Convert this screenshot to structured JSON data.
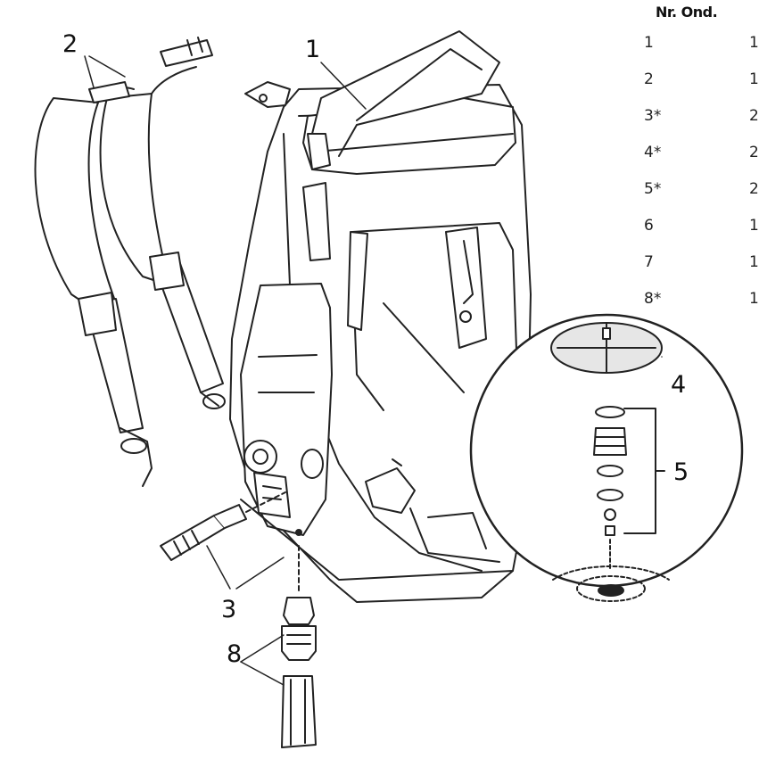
{
  "parts_table": {
    "header": "Nr. Ond.",
    "rows": [
      {
        "nr": "1",
        "qty": "1"
      },
      {
        "nr": "2",
        "qty": "1"
      },
      {
        "nr": "3*",
        "qty": "2"
      },
      {
        "nr": "4*",
        "qty": "2"
      },
      {
        "nr": "5*",
        "qty": "2"
      },
      {
        "nr": "6",
        "qty": "1"
      },
      {
        "nr": "7",
        "qty": "1"
      },
      {
        "nr": "8*",
        "qty": "1"
      }
    ]
  },
  "callouts": {
    "c1": "1",
    "c2": "2",
    "c3": "3",
    "c4": "4",
    "c5": "5",
    "c8": "8"
  },
  "colors": {
    "line": "#222222",
    "fill": "#ffffff",
    "shade": "#e6e6e6"
  }
}
